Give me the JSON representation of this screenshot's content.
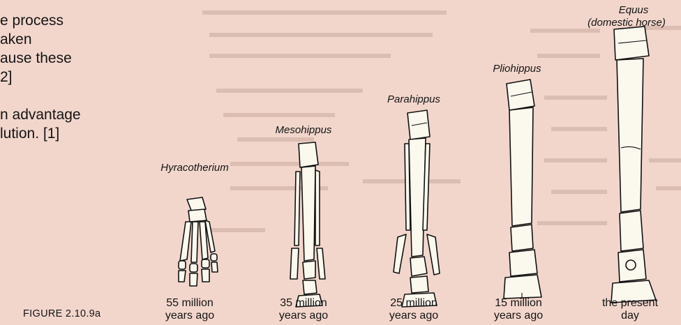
{
  "question_text": {
    "lines_a": [
      "e process",
      "aken",
      "ause these",
      "2]"
    ],
    "lines_b": [
      "n advantage",
      "lution. [1]"
    ]
  },
  "figure": {
    "caption": "FIGURE 2.10.9a",
    "species": [
      {
        "name": "Hyracotherium",
        "time_line1": "55 million",
        "time_line2": "years ago"
      },
      {
        "name": "Mesohippus",
        "time_line1": "35 million",
        "time_line2": "years ago"
      },
      {
        "name": "Parahippus",
        "time_line1": "25 million",
        "time_line2": "years ago"
      },
      {
        "name": "Pliohippus",
        "time_line1": "15 million",
        "time_line2": "years ago"
      },
      {
        "name_line1": "Equus",
        "name_line2": "(domestic horse)",
        "time_line1": "the present",
        "time_line2": "day"
      }
    ]
  }
}
